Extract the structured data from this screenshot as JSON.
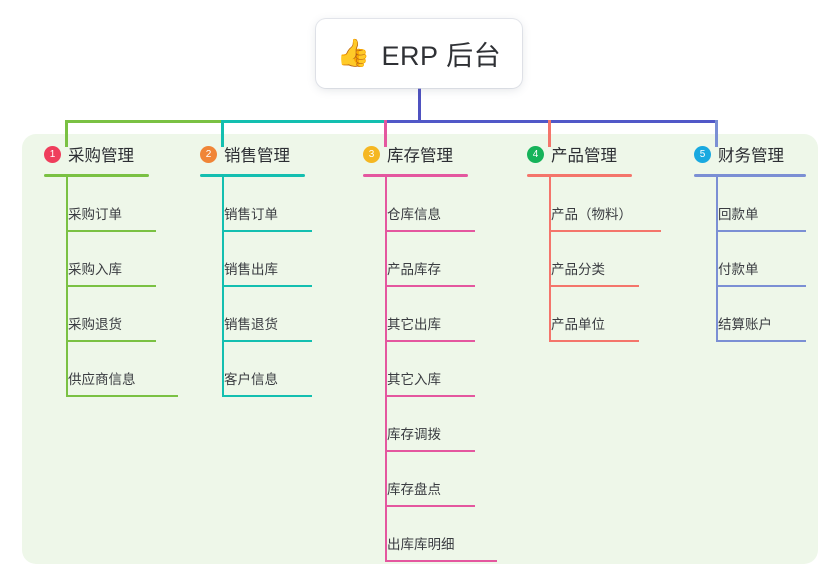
{
  "root": {
    "icon": "thumbs-up-icon",
    "emoji": "👍",
    "title": "ERP 后台"
  },
  "palette": {
    "panel_bg": "#eef7e9",
    "page_bg": "#ffffff",
    "card_bg": "#ffffff",
    "root_stem": "#4f52c0",
    "bus_left": "#7ac143",
    "bus_mid": "#13bfb0",
    "bus_right": "#5158c8",
    "text": "#2c2e33"
  },
  "columns": [
    {
      "number": "1",
      "title": "采购管理",
      "badge_color": "#ef3e5c",
      "line_color": "#7ac143",
      "items": [
        "采购订单",
        "采购入库",
        "采购退货",
        "供应商信息"
      ]
    },
    {
      "number": "2",
      "title": "销售管理",
      "badge_color": "#f08537",
      "line_color": "#13bfb0",
      "items": [
        "销售订单",
        "销售出库",
        "销售退货",
        "客户信息"
      ]
    },
    {
      "number": "3",
      "title": "库存管理",
      "badge_color": "#f5b722",
      "line_color": "#e4579f",
      "items": [
        "仓库信息",
        "产品库存",
        "其它出库",
        "其它入库",
        "库存调拨",
        "库存盘点",
        "出库库明细"
      ]
    },
    {
      "number": "4",
      "title": "产品管理",
      "badge_color": "#16b35a",
      "line_color": "#f4756b",
      "items": [
        "产品（物料）",
        "产品分类",
        "产品单位"
      ]
    },
    {
      "number": "5",
      "title": "财务管理",
      "badge_color": "#19a9e0",
      "line_color": "#7b8fd4",
      "items": [
        "回款单",
        "付款单",
        "结算账户"
      ]
    }
  ]
}
